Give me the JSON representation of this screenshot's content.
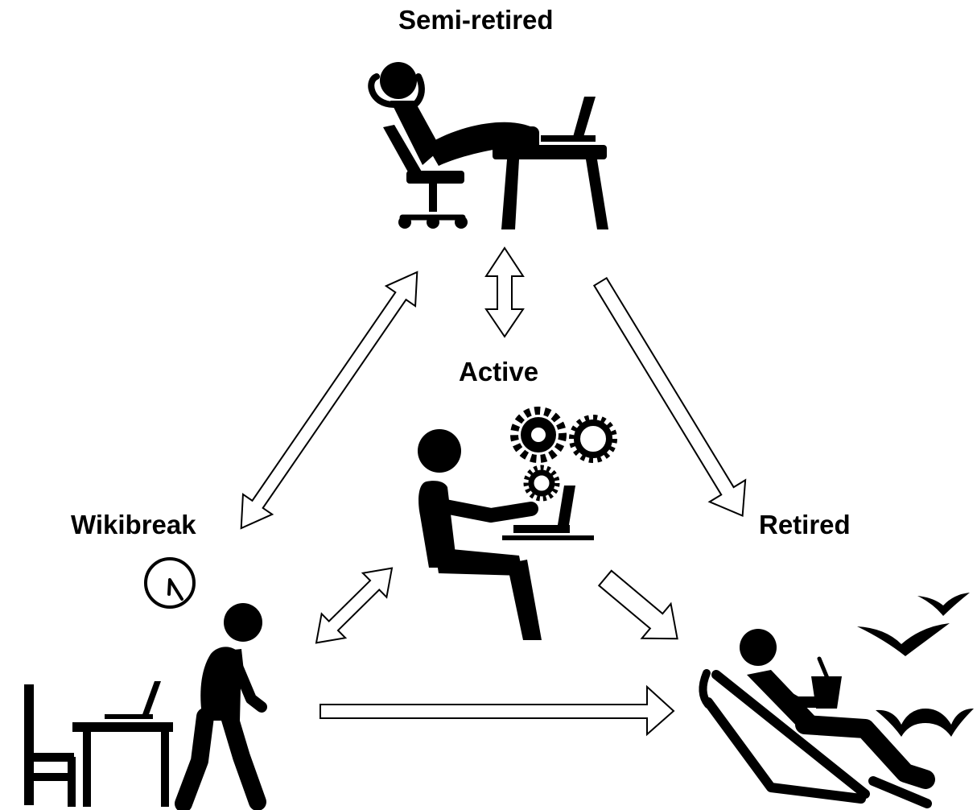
{
  "colors": {
    "ink": "#000000",
    "background": "#ffffff",
    "arrow_fill": "#ffffff"
  },
  "states": {
    "semi_retired": {
      "label": "Semi-retired",
      "icon": "person-reclining-at-laptop-icon"
    },
    "active": {
      "label": "Active",
      "icon": "person-working-at-laptop-with-gears-icon"
    },
    "wikibreak": {
      "label": "Wikibreak",
      "icon": "person-walking-away-from-desk-with-clock-icon"
    },
    "retired": {
      "label": "Retired",
      "icon": "person-relaxing-on-beach-chair-icon"
    }
  },
  "transitions": [
    {
      "from": "Semi-retired",
      "to": "Wikibreak",
      "direction": "both"
    },
    {
      "from": "Semi-retired",
      "to": "Active",
      "direction": "both"
    },
    {
      "from": "Semi-retired",
      "to": "Retired",
      "direction": "one-way"
    },
    {
      "from": "Active",
      "to": "Wikibreak",
      "direction": "both"
    },
    {
      "from": "Active",
      "to": "Retired",
      "direction": "one-way"
    },
    {
      "from": "Wikibreak",
      "to": "Retired",
      "direction": "one-way"
    }
  ]
}
